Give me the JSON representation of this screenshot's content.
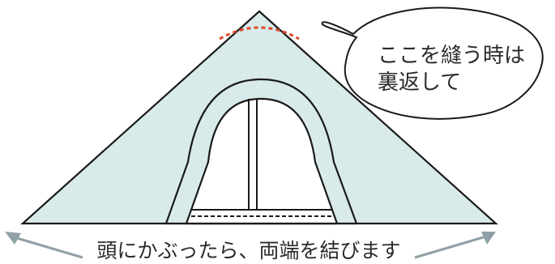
{
  "speech_bubble": {
    "line1": "ここを縫う時は",
    "line2": "裏返して"
  },
  "caption": {
    "text": "頭にかぶったら、両端を結びます"
  },
  "colors": {
    "fabric_fill": "#d8eaea",
    "outline": "#1a1a1a",
    "stitch_marker": "#e0482c",
    "arrow": "#8fa1a6",
    "text": "#2b2b2b"
  },
  "icons": {
    "left_arrow": "arrow-left-icon",
    "right_arrow": "arrow-right-icon"
  }
}
